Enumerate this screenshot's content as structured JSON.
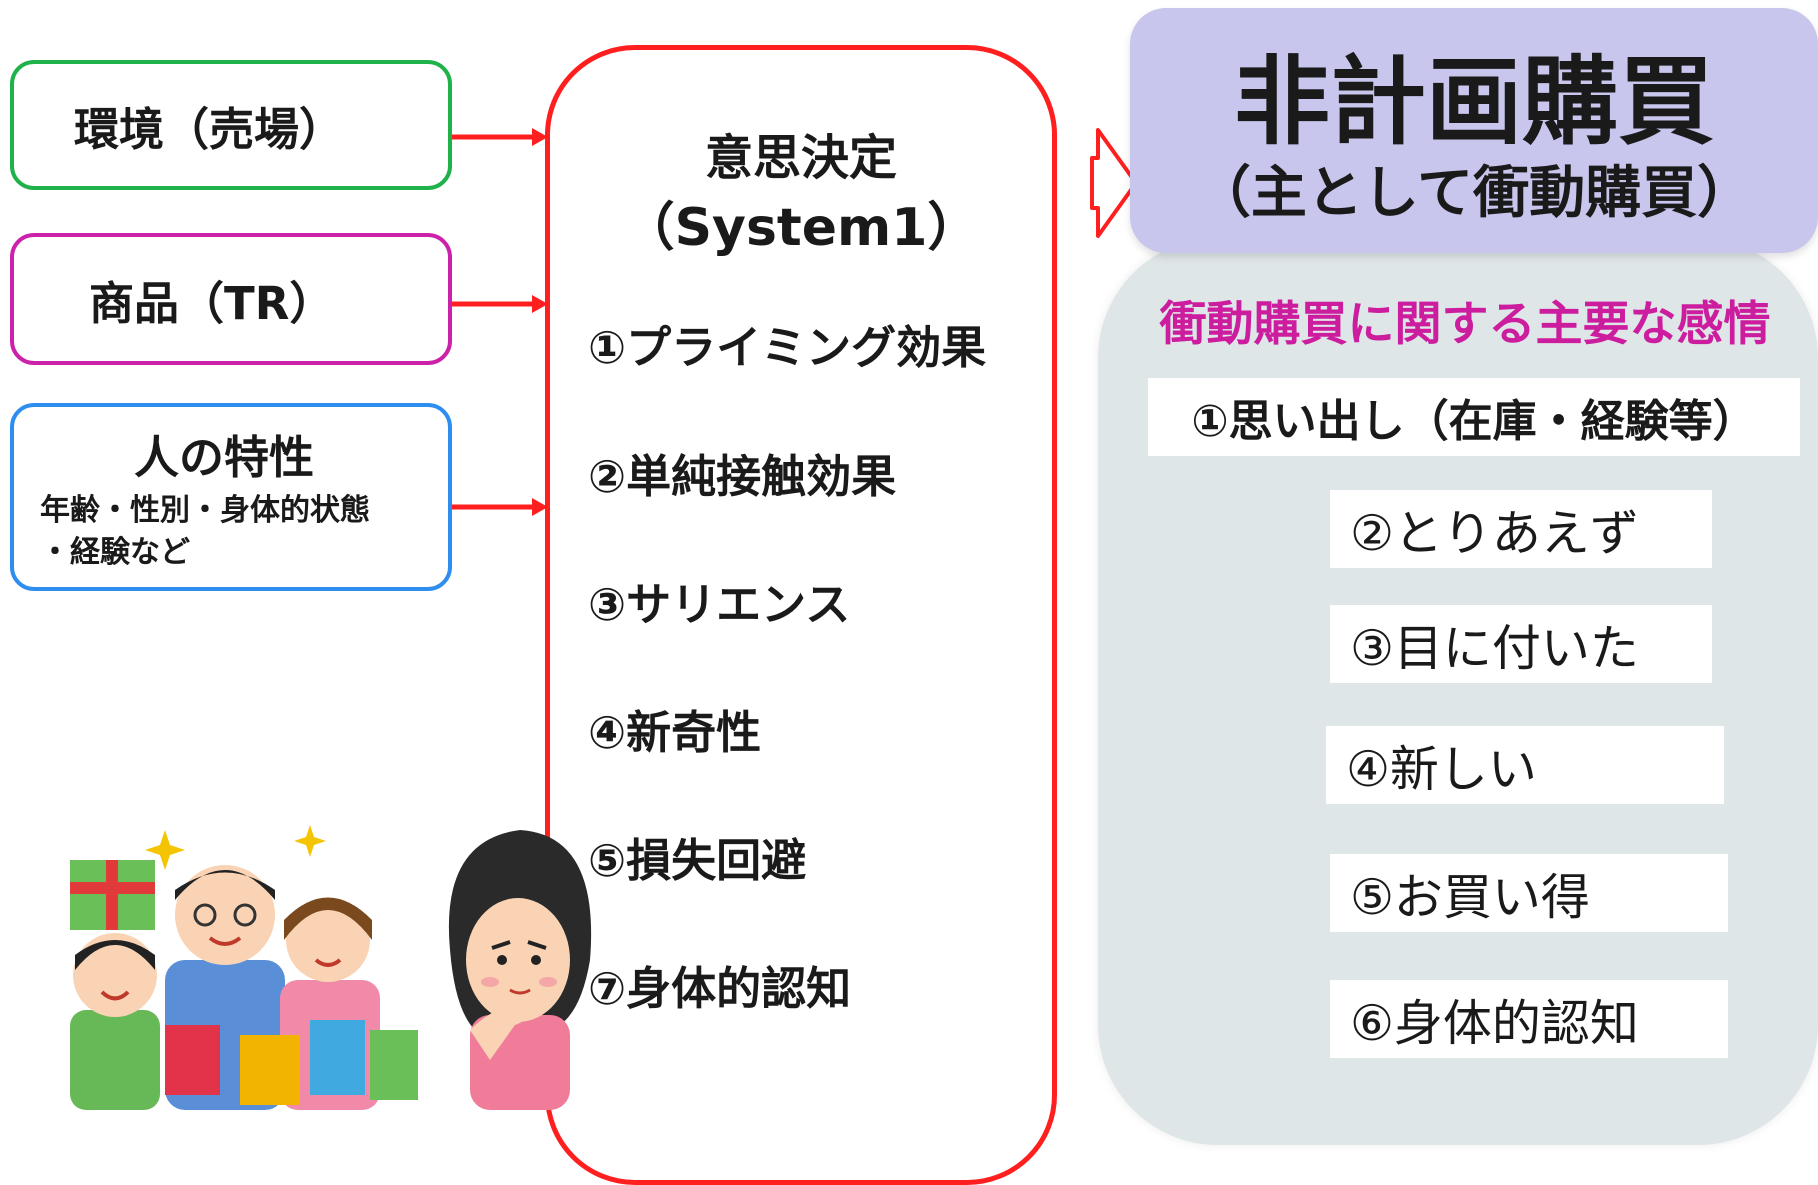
{
  "factors": {
    "environment": "環境（売場）",
    "product": "商品（TR）",
    "person_title": "人の特性",
    "person_sub_line1": "年齢・性別・身体的状態",
    "person_sub_line2": "・経験など"
  },
  "decision": {
    "heading": "意思決定",
    "system": "（System1）",
    "items": [
      "①プライミング効果",
      "②単純接触効果",
      "③サリエンス",
      "④新奇性",
      "⑤損失回避",
      "⑦身体的認知"
    ]
  },
  "result": {
    "title": "非計画購買",
    "subtitle": "（主として衝動購買）"
  },
  "emotions": {
    "heading": "衝動購買に関する主要な感情",
    "items": [
      "①思い出し（在庫・経験等）",
      "②とりあえず",
      "③目に付いた",
      "④新しい",
      "⑤お買い得",
      "⑥身体的認知"
    ]
  },
  "colors": {
    "environment_border": "#1fb24a",
    "product_border": "#cc22aa",
    "person_border": "#2e8ef0",
    "arrow_red": "#ff1f1f",
    "result_bg": "#c8c6ec",
    "emotion_panel_bg": "#dfe6e8",
    "emotion_heading": "#cc1d9e"
  },
  "illustrations": [
    "shopping-family-illustration",
    "thinking-woman-illustration"
  ]
}
